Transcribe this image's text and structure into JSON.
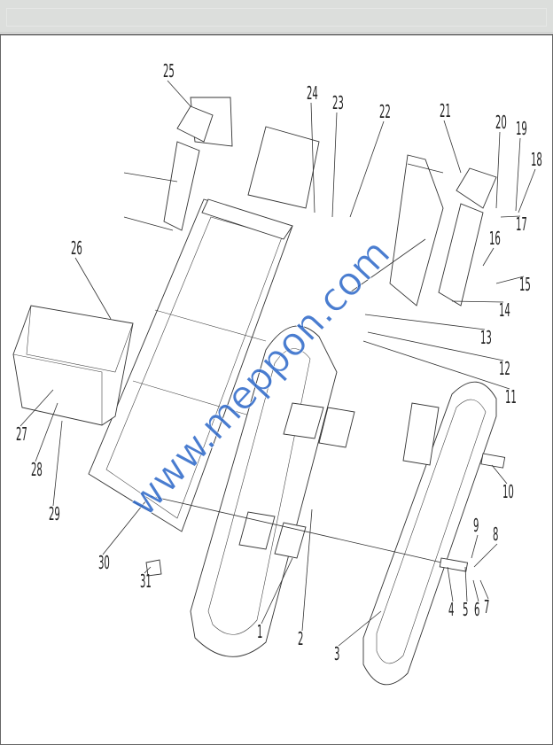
{
  "header": {
    "title": ""
  },
  "diagram": {
    "title": "Exploded parts diagram - undercarriage / chassis assembly",
    "callouts": [
      "1",
      "2",
      "3",
      "4",
      "5",
      "6",
      "7",
      "8",
      "9",
      "10",
      "11",
      "12",
      "13",
      "14",
      "15",
      "16",
      "17",
      "18",
      "19",
      "20",
      "21",
      "22",
      "23",
      "24",
      "25",
      "26",
      "27",
      "28",
      "29",
      "30",
      "31"
    ],
    "watermark": "www.meppon.com",
    "watermark_color": "#2a66c8"
  }
}
